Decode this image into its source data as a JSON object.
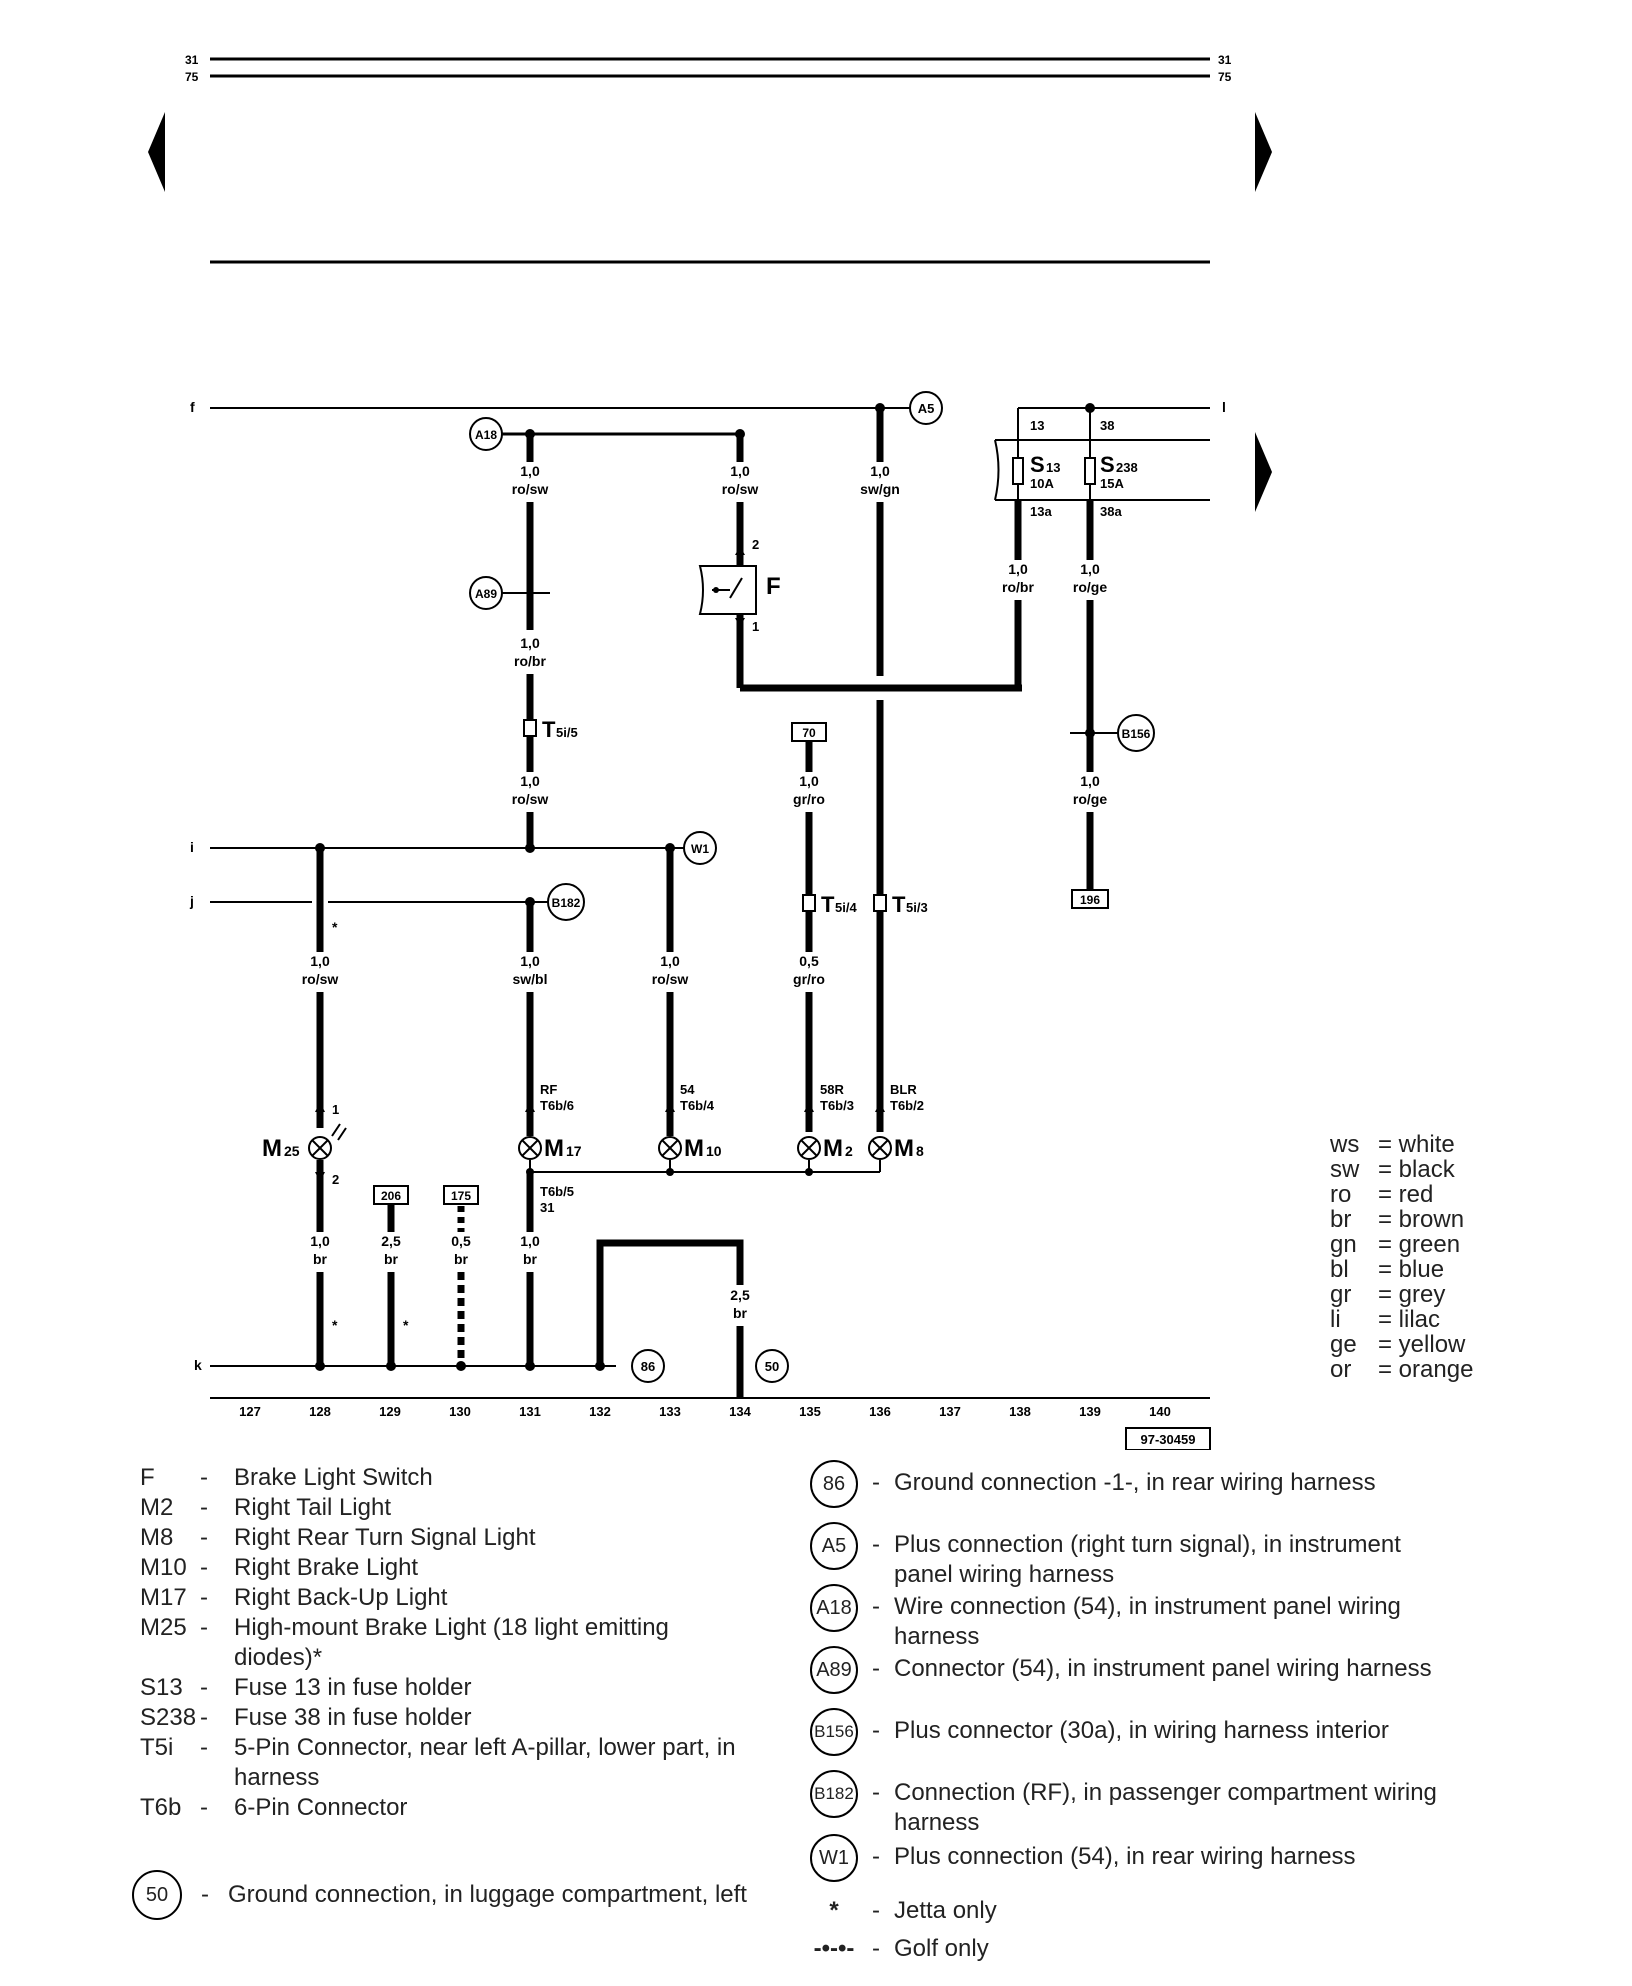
{
  "page": {
    "top_ref_left_a": "31",
    "top_ref_left_b": "75",
    "top_ref_right_a": "31",
    "top_ref_right_b": "75",
    "diagram_id": "97-30459"
  },
  "bus_labels": {
    "f": "f",
    "l": "l",
    "i": "i",
    "j": "j",
    "k": "k"
  },
  "track_numbers": [
    "127",
    "128",
    "129",
    "130",
    "131",
    "132",
    "133",
    "134",
    "135",
    "136",
    "137",
    "138",
    "139",
    "140"
  ],
  "connectors": {
    "A5": "A5",
    "A18": "A18",
    "A89": "A89",
    "W1": "W1",
    "B182": "B182",
    "B156": "B156",
    "c86": "86",
    "c50": "50"
  },
  "boxes": {
    "b70": "70",
    "b196": "196",
    "b206": "206",
    "b175": "175"
  },
  "wires": {
    "w1": [
      "1,0",
      "ro/sw"
    ],
    "w2": [
      "1,0",
      "ro/sw"
    ],
    "w3": [
      "1,0",
      "sw/gn"
    ],
    "w4": [
      "1,0",
      "ro/br"
    ],
    "w5": [
      "1,0",
      "ro/sw"
    ],
    "w6": [
      "1,0",
      "ro/br"
    ],
    "w7": [
      "1,0",
      "ro/ge"
    ],
    "w8": [
      "1,0",
      "gr/ro"
    ],
    "w9": [
      "1,0",
      "ro/ge"
    ],
    "w10": [
      "1,0",
      "ro/sw"
    ],
    "w11": [
      "1,0",
      "sw/bl"
    ],
    "w12": [
      "1,0",
      "ro/sw"
    ],
    "w13": [
      "0,5",
      "gr/ro"
    ],
    "w14": [
      "1,0",
      "br"
    ],
    "w15": [
      "2,5",
      "br"
    ],
    "w16": [
      "0,5",
      "br"
    ],
    "w17": [
      "1,0",
      "br"
    ],
    "w18": [
      "2,5",
      "br"
    ]
  },
  "fuses": {
    "s13": {
      "name": "S",
      "sub": "13",
      "rating": "10A",
      "pin_in": "13",
      "pin_out": "13a"
    },
    "s238": {
      "name": "S",
      "sub": "238",
      "rating": "15A",
      "pin_in": "38",
      "pin_out": "38a"
    }
  },
  "components": {
    "F": "F",
    "M25": "M",
    "M25sub": "25",
    "M17": "M",
    "M17sub": "17",
    "M10": "M",
    "M10sub": "10",
    "M2": "M",
    "M2sub": "2",
    "M8": "M",
    "M8sub": "8",
    "T5i5": "T",
    "T5i5sub": "5i/5",
    "T5i4": "T",
    "T5i4sub": "5i/4",
    "T5i3": "T",
    "T5i3sub": "5i/3"
  },
  "pins": {
    "f_top": "2",
    "f_bot": "1",
    "m25_top": "1",
    "m25_bot": "2",
    "rf": "RF",
    "t6b6": "T6b/6",
    "p54": "54",
    "t6b4": "T6b/4",
    "p58r": "58R",
    "t6b3": "T6b/3",
    "blr": "BLR",
    "t6b2": "T6b/2",
    "t6b5": "T6b/5",
    "p31": "31"
  },
  "markers": {
    "star": "*"
  },
  "color_key": [
    [
      "ws",
      "= white"
    ],
    [
      "sw",
      "= black"
    ],
    [
      "ro",
      "= red"
    ],
    [
      "br",
      "= brown"
    ],
    [
      "gn",
      "= green"
    ],
    [
      "bl",
      "= blue"
    ],
    [
      "gr",
      "= grey"
    ],
    [
      "li",
      "= lilac"
    ],
    [
      "ge",
      "= yellow"
    ],
    [
      "or",
      "= orange"
    ]
  ],
  "legend_left": [
    {
      "code": "F",
      "dash": "-",
      "desc": "Brake Light Switch"
    },
    {
      "code": "M2",
      "dash": "-",
      "desc": "Right Tail Light"
    },
    {
      "code": "M8",
      "dash": "-",
      "desc": "Right Rear Turn Signal Light"
    },
    {
      "code": "M10",
      "dash": "-",
      "desc": "Right Brake Light"
    },
    {
      "code": "M17",
      "dash": "-",
      "desc": "Right Back-Up Light"
    },
    {
      "code": "M25",
      "dash": "-",
      "desc": "High-mount Brake Light (18 light emitting diodes)*"
    },
    {
      "code": "S13",
      "dash": "-",
      "desc": "Fuse 13 in fuse holder"
    },
    {
      "code": "S238",
      "dash": "-",
      "desc": "Fuse 38 in fuse holder"
    },
    {
      "code": "T5i",
      "dash": "-",
      "desc": "5-Pin Connector, near left A-pillar, lower part, in harness"
    },
    {
      "code": "T6b",
      "dash": "-",
      "desc": "6-Pin Connector"
    }
  ],
  "legend_ground": {
    "code": "50",
    "dash": "-",
    "desc": "Ground connection, in luggage compartment, left"
  },
  "legend_right": [
    {
      "code": "86",
      "dash": "-",
      "desc": "Ground connection -1-, in rear wiring harness"
    },
    {
      "code": "A5",
      "dash": "-",
      "desc": "Plus connection (right turn signal), in instrument panel wiring harness"
    },
    {
      "code": "A18",
      "dash": "-",
      "desc": "Wire connection (54), in instrument panel wiring harness"
    },
    {
      "code": "A89",
      "dash": "-",
      "desc": "Connector (54), in instrument panel wiring harness"
    },
    {
      "code": "B156",
      "dash": "-",
      "desc": "Plus connector (30a), in wiring harness interior"
    },
    {
      "code": "B182",
      "dash": "-",
      "desc": "Connection (RF), in passenger compartment wiring harness"
    },
    {
      "code": "W1",
      "dash": "-",
      "desc": "Plus connection (54), in rear wiring harness"
    }
  ],
  "legend_notes": [
    {
      "symbol": "*",
      "dash": "-",
      "desc": "Jetta only"
    },
    {
      "symbol": "-•-•-",
      "dash": "-",
      "desc": "Golf only"
    }
  ]
}
